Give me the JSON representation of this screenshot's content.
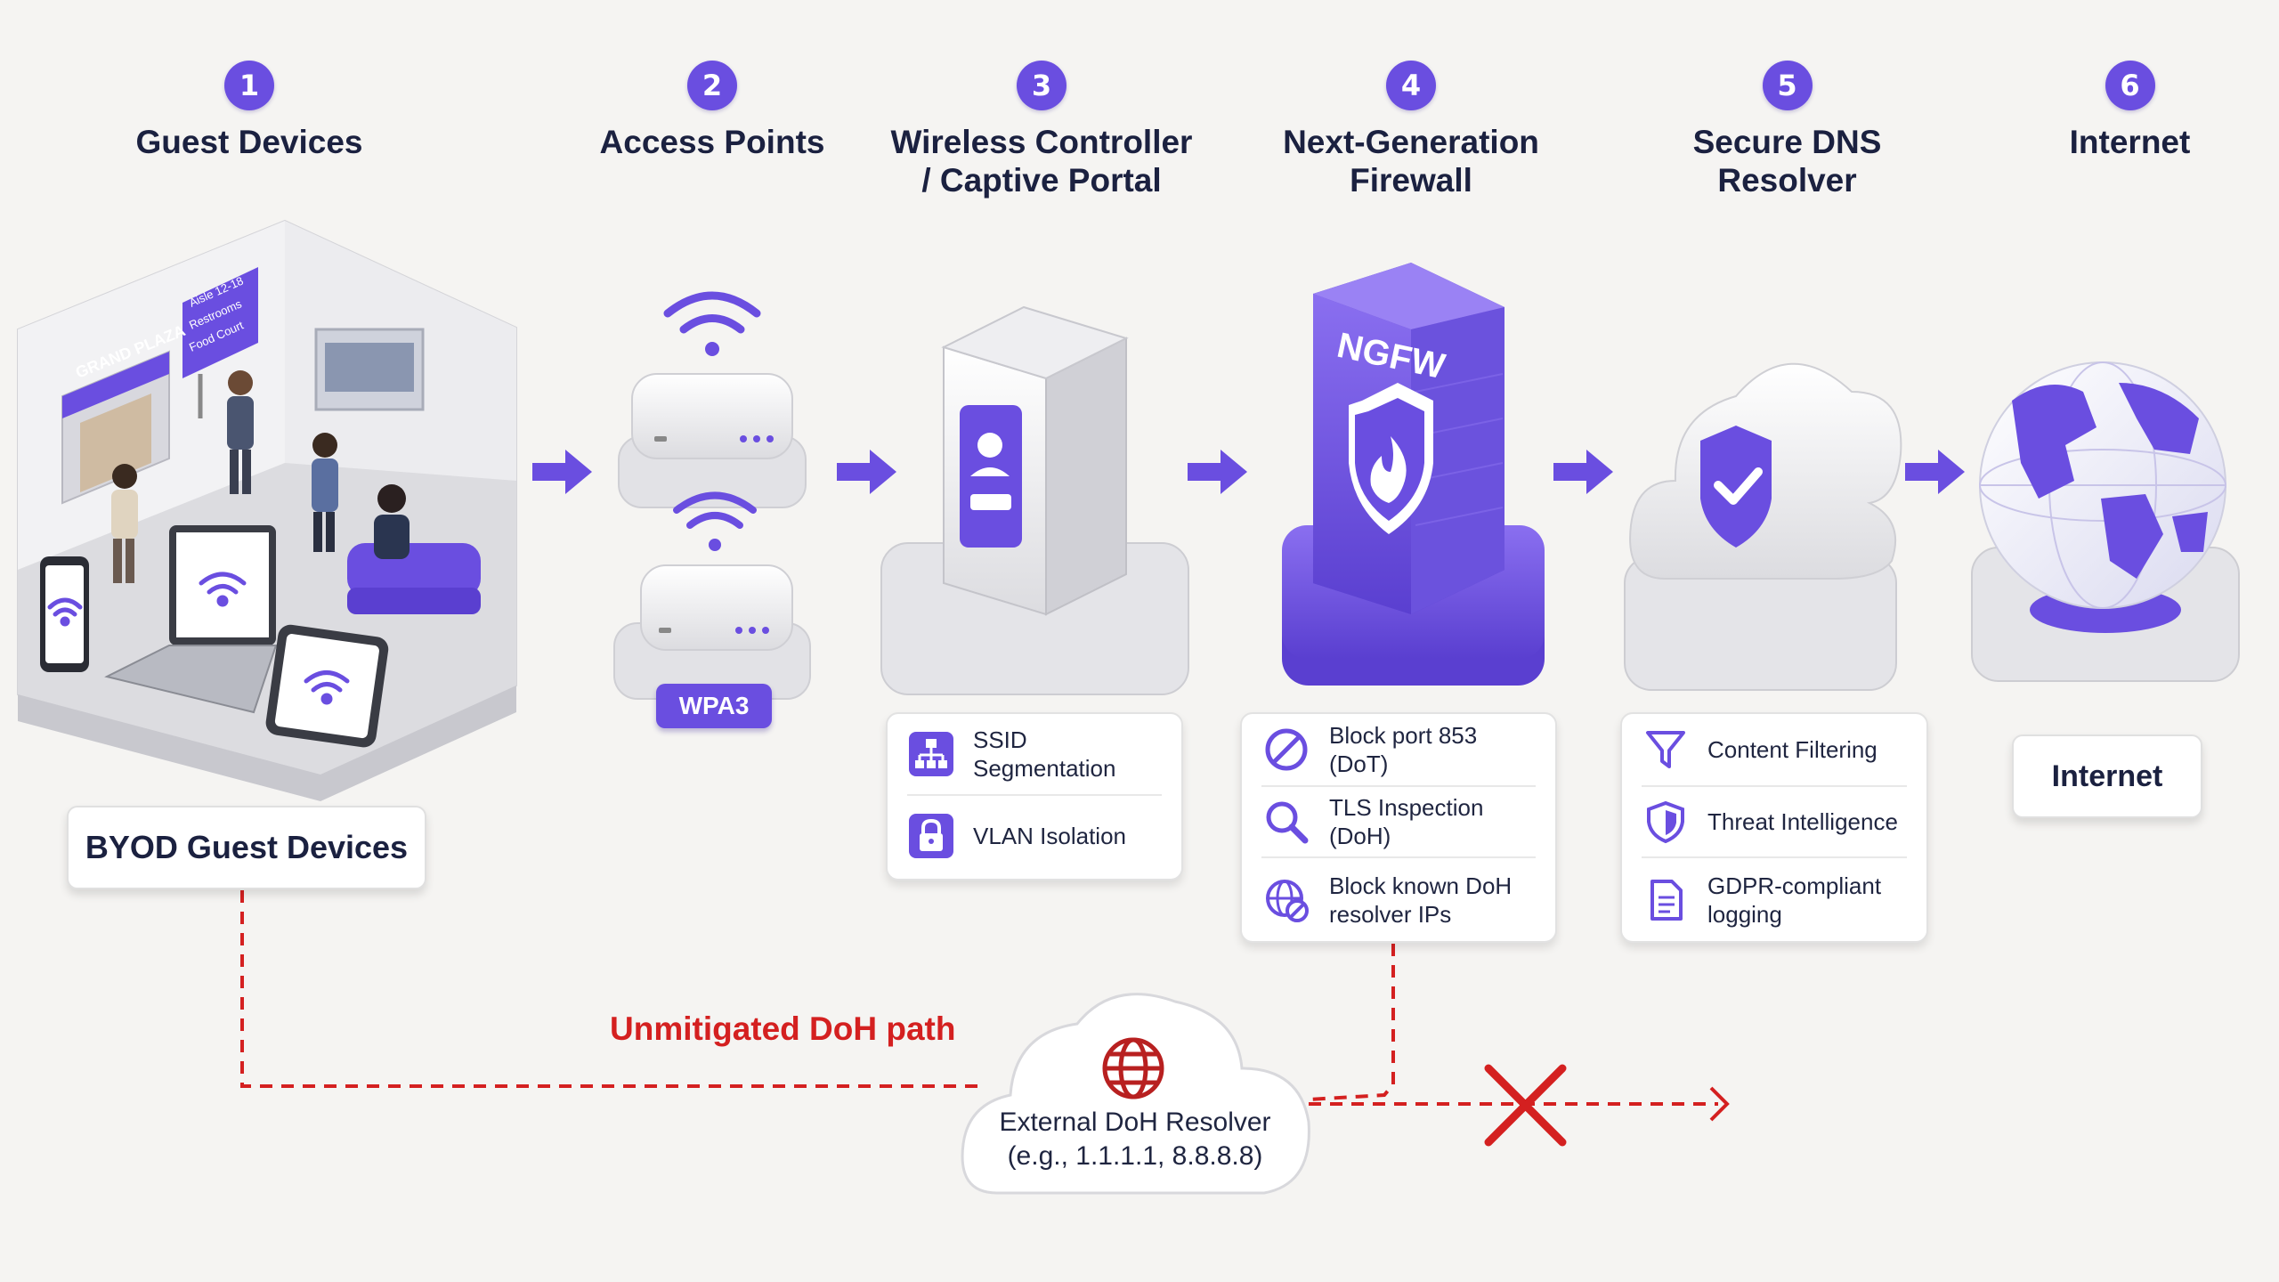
{
  "steps": [
    {
      "num": "1",
      "title": "Guest Devices"
    },
    {
      "num": "2",
      "title": "Access Points"
    },
    {
      "num": "3",
      "title": "Wireless Controller / Captive Portal"
    },
    {
      "num": "4",
      "title": "Next-Generation Firewall"
    },
    {
      "num": "5",
      "title": "Secure DNS Resolver"
    },
    {
      "num": "6",
      "title": "Internet"
    }
  ],
  "venue": {
    "sign": "GRAND PLAZA",
    "directory": [
      "Aisle 12-18",
      "Restrooms",
      "Food Court"
    ],
    "label": "BYOD Guest Devices"
  },
  "access_points": {
    "badge": "WPA3"
  },
  "controller_card": {
    "items": [
      {
        "icon": "network-tree-icon",
        "label": "SSID Segmentation"
      },
      {
        "icon": "lock-icon",
        "label": "VLAN Isolation"
      }
    ]
  },
  "firewall": {
    "label": "NGFW",
    "items": [
      {
        "icon": "block-icon",
        "label": "Block port 853 (DoT)"
      },
      {
        "icon": "magnifier-icon",
        "label": "TLS Inspection (DoH)"
      },
      {
        "icon": "globe-block-icon",
        "label": "Block known DoH resolver IPs"
      }
    ]
  },
  "dns_card": {
    "items": [
      {
        "icon": "funnel-icon",
        "label": "Content Filtering"
      },
      {
        "icon": "shield-icon",
        "label": "Threat Intelligence"
      },
      {
        "icon": "document-icon",
        "label": "GDPR-compliant logging"
      }
    ]
  },
  "internet": {
    "label": "Internet"
  },
  "bypass": {
    "label": "Unmitigated DoH path",
    "resolver_title": "External DoH Resolver",
    "resolver_examples": "(e.g., 1.1.1.1, 8.8.8.8)"
  },
  "colors": {
    "accent": "#6a4ee0",
    "danger": "#d42020",
    "background": "#f5f4f2"
  }
}
